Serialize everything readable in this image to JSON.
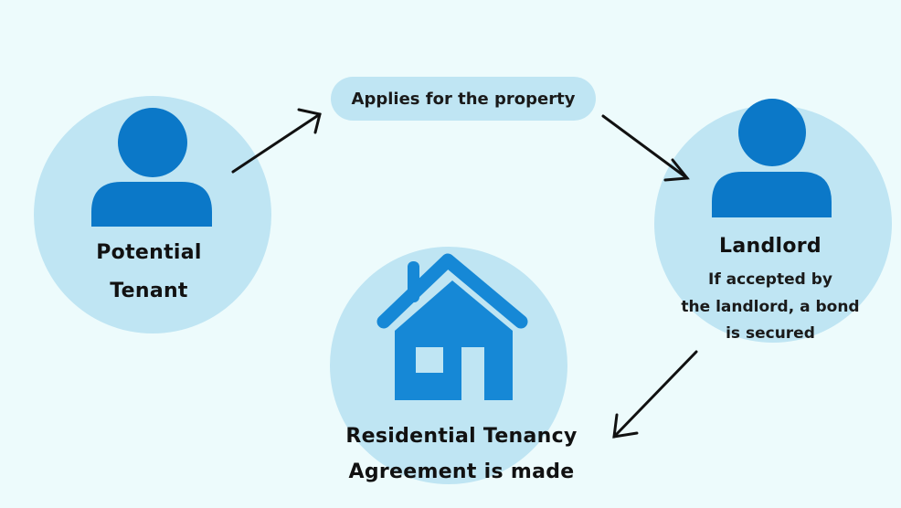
{
  "colors": {
    "background": "#edfbfc",
    "circle": "#bfe5f3",
    "icon": "#0b78c8",
    "house": "#1688d6",
    "arrow": "#111111"
  },
  "nodes": {
    "tenant": {
      "line1": "Potential",
      "line2": "Tenant",
      "icon": "person-icon"
    },
    "application": {
      "label": "Applies for the property"
    },
    "landlord": {
      "title": "Landlord",
      "line1": "If accepted by",
      "line2": "the landlord, a bond",
      "line3": "is secured",
      "icon": "person-icon"
    },
    "agreement": {
      "line1": "Residential Tenancy",
      "line2": "Agreement is made",
      "icon": "house-icon"
    }
  }
}
